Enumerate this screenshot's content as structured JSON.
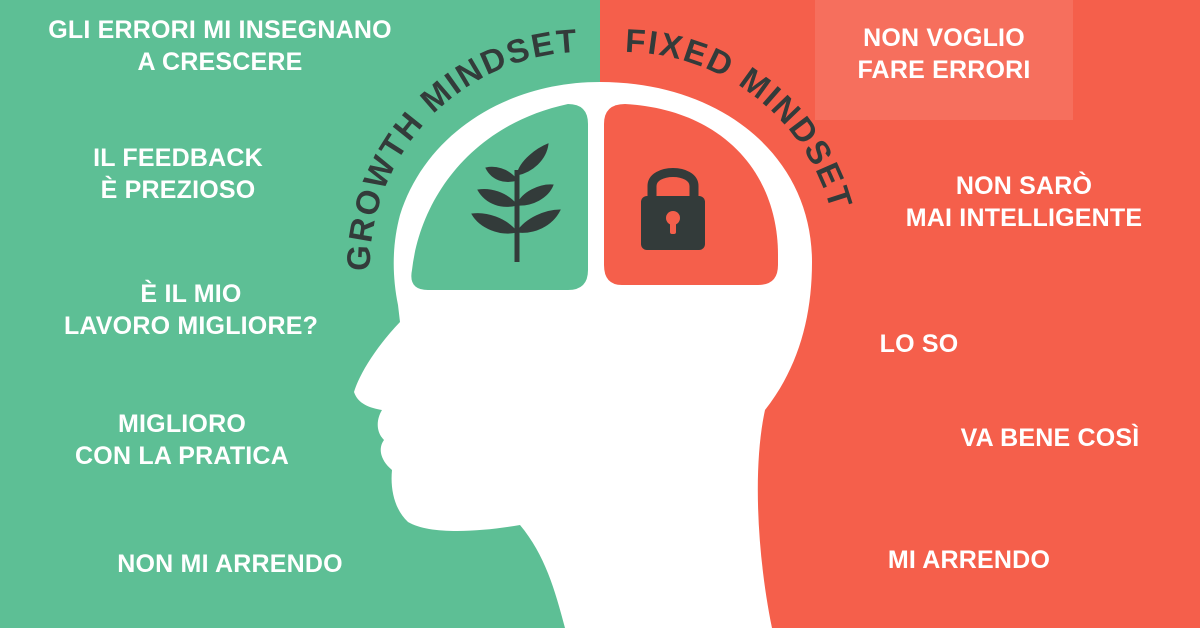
{
  "colors": {
    "growth": "#5dbf95",
    "fixed": "#f55f4b",
    "head": "#ffffff",
    "dark": "#333b3a"
  },
  "icons": {
    "growth": "plant-sprout-icon",
    "fixed": "padlock-icon"
  },
  "growth": {
    "title": "GROWTH MINDSET",
    "phrases": [
      {
        "line1": "GLI ERRORI MI INSEGNANO",
        "line2": "A CRESCERE"
      },
      {
        "line1": "IL FEEDBACK",
        "line2": "È PREZIOSO"
      },
      {
        "line1": "È IL MIO",
        "line2": "LAVORO MIGLIORE?"
      },
      {
        "line1": "MIGLIORO",
        "line2": "CON LA PRATICA"
      },
      {
        "line1": "NON MI ARRENDO",
        "line2": ""
      }
    ]
  },
  "fixed": {
    "title": "FIXED MINDSET",
    "phrases": [
      {
        "line1": "NON VOGLIO",
        "line2": "FARE ERRORI"
      },
      {
        "line1": "NON SARÒ",
        "line2": "MAI INTELLIGENTE"
      },
      {
        "line1": "LO SO",
        "line2": ""
      },
      {
        "line1": "VA BENE COSÌ",
        "line2": ""
      },
      {
        "line1": "MI ARRENDO",
        "line2": ""
      }
    ]
  }
}
